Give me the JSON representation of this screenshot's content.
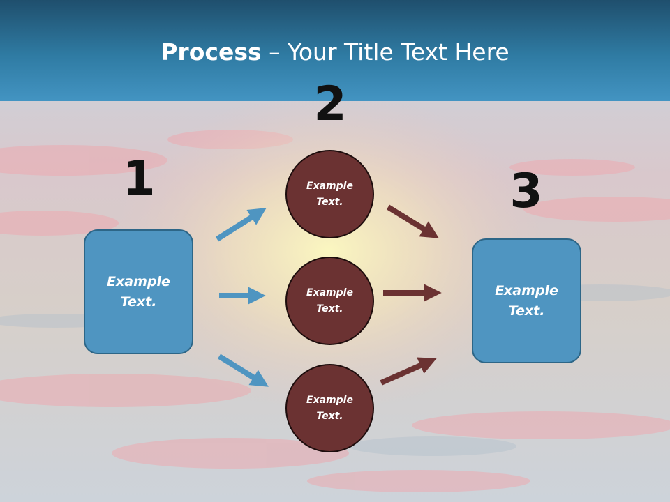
{
  "title": {
    "bold": "Process",
    "rest": " – Your Title Text Here"
  },
  "steps": [
    {
      "number": "1",
      "text": "Example\nText."
    },
    {
      "number": "2",
      "items": [
        "Example\nText.",
        "Example\nText.",
        "Example\nText."
      ]
    },
    {
      "number": "3",
      "text": "Example\nText."
    }
  ],
  "colors": {
    "header": "#2f7ba3",
    "box_fill": "#4f95c1",
    "circle_fill": "#6b3232",
    "arrow_in": "#4f95c1",
    "arrow_out": "#6b3232"
  }
}
